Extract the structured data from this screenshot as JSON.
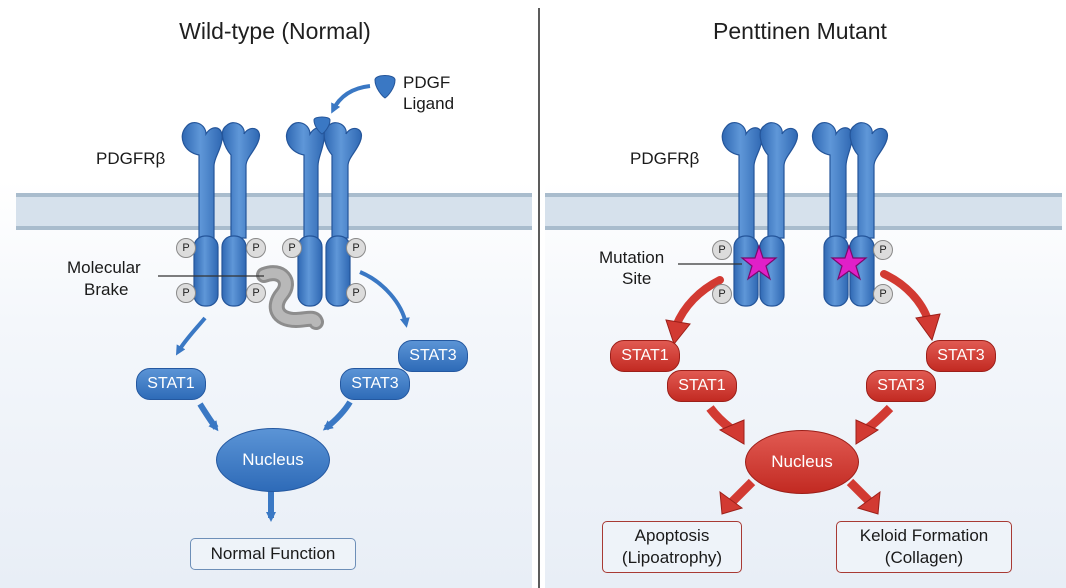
{
  "panels": {
    "left": {
      "title": "Wild-type (Normal)",
      "receptor_label": "PDGFRβ",
      "ligand_label_line1": "PDGF",
      "ligand_label_line2": "Ligand",
      "brake_label_line1": "Molecular",
      "brake_label_line2": "Brake",
      "stat1": "STAT1",
      "stat3_a": "STAT3",
      "stat3_b": "STAT3",
      "nucleus": "Nucleus",
      "outcome": "Normal Function",
      "phospho": "P"
    },
    "right": {
      "title": "Penttinen Mutant",
      "receptor_label": "PDGFRβ",
      "mutation_label_line1": "Mutation",
      "mutation_label_line2": "Site",
      "stat1_a": "STAT1",
      "stat1_b": "STAT1",
      "stat3_a": "STAT3",
      "stat3_b": "STAT3",
      "nucleus": "Nucleus",
      "outcome1_line1": "Apoptosis",
      "outcome1_line2": "(Lipoatrophy)",
      "outcome2_line1": "Keloid Formation",
      "outcome2_line2": "(Collagen)",
      "phospho": "P"
    }
  },
  "colors": {
    "wildtype_blue": "#3a78c4",
    "mutant_red": "#d23a32",
    "mutation_star": "#e020c8",
    "membrane": "#a9bccd"
  }
}
